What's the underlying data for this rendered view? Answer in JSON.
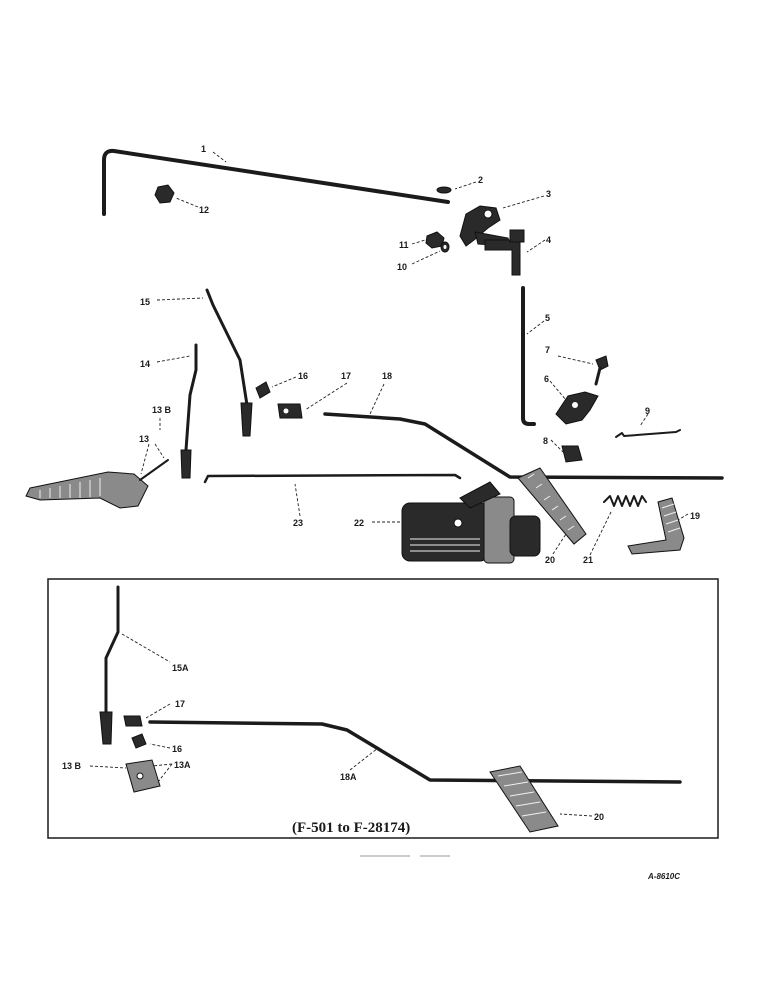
{
  "labels": {
    "l1": "1",
    "l2": "2",
    "l3": "3",
    "l4": "4",
    "l5": "5",
    "l6": "6",
    "l7": "7",
    "l8": "8",
    "l9": "9",
    "l10": "10",
    "l11": "11",
    "l12": "12",
    "l13": "13",
    "l13b": "13 B",
    "l14": "14",
    "l15": "15",
    "l16": "16",
    "l17": "17",
    "l18": "18",
    "l19": "19",
    "l20": "20",
    "l21": "21",
    "l22": "22",
    "l23": "23"
  },
  "inset": {
    "caption": "(F-501 to F-28174)",
    "l15a": "15A",
    "l17": "17",
    "l16": "16",
    "l13b": "13 B",
    "l13a": "13A",
    "l18a": "18A",
    "l20": "20"
  },
  "reference_code": "A-8610C"
}
